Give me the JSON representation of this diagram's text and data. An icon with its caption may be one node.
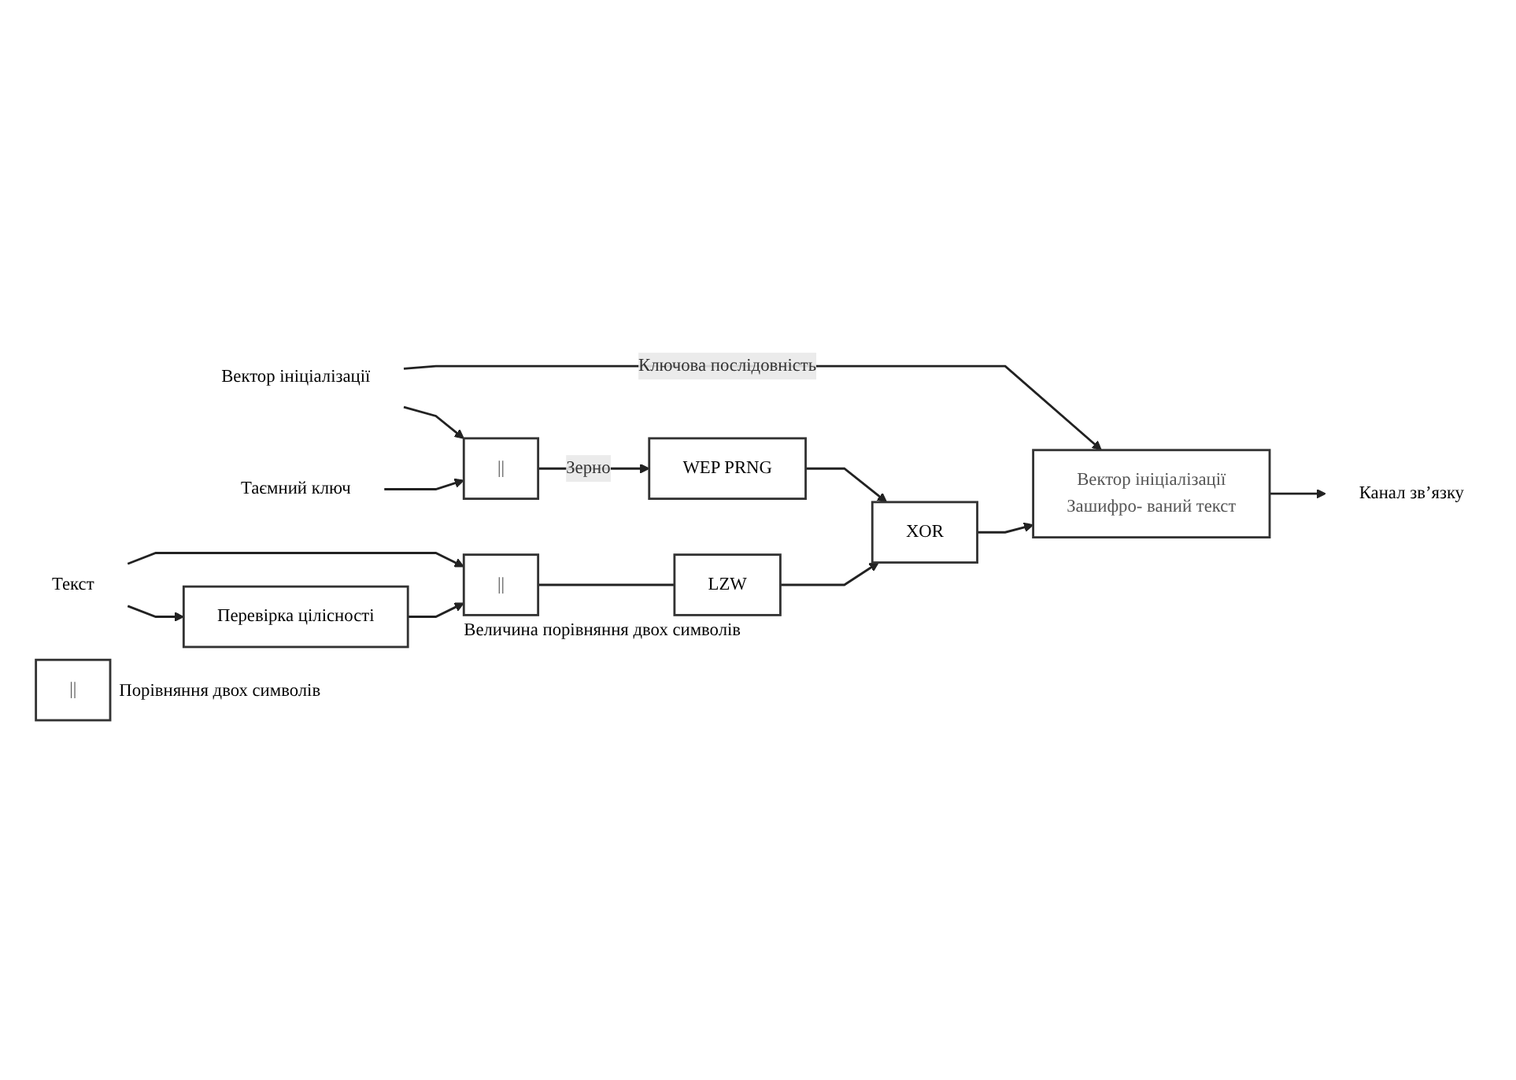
{
  "diagram": {
    "nodes": [
      {
        "text": [
          "Вектор ініціалізації"
        ]
      },
      {
        "text": [
          "Таємний ключ"
        ]
      },
      {
        "text": [
          "||"
        ]
      },
      {
        "text": [
          "WEP PRNG"
        ]
      },
      {
        "text": [
          "XOR"
        ]
      },
      {
        "text": [
          "Вектор ініціалізації",
          "Зашифро- ваний текст"
        ]
      },
      {
        "text": [
          "Канал зв’язку"
        ]
      },
      {
        "text": [
          "LZW"
        ]
      },
      {
        "text": [
          "Текст"
        ]
      },
      {
        "text": [
          "||"
        ],
        "beside": [
          "Величина порівняння двох символів"
        ]
      },
      {
        "text": [
          "Перевірка цілісності"
        ]
      },
      {
        "text": [
          "||"
        ],
        "beside": [
          "Порівняння двох символів"
        ]
      }
    ],
    "edges": [
      {
        "from": 0,
        "to": 2,
        "arrow": "to"
      },
      {
        "from": 1,
        "to": 2,
        "arrow": "to"
      },
      {
        "from": 0,
        "to": 5,
        "arrow": "to",
        "label": "Ключова послідовність"
      },
      {
        "from": 2,
        "to": 3,
        "arrow": "to",
        "label": "Зерно"
      },
      {
        "from": 3,
        "to": 4,
        "arrow": "to"
      },
      {
        "from": 4,
        "to": 5,
        "arrow": "to"
      },
      {
        "from": 7,
        "to": 4,
        "arrow": "to"
      },
      {
        "from": 9,
        "to": 7,
        "arrow": "none"
      },
      {
        "from": 5,
        "to": 6,
        "arrow": "to"
      },
      {
        "from": 8,
        "to": 9,
        "arrow": "to"
      },
      {
        "from": 8,
        "to": 10,
        "arrow": "to"
      },
      {
        "from": 10,
        "to": 9,
        "arrow": "to"
      }
    ]
  }
}
